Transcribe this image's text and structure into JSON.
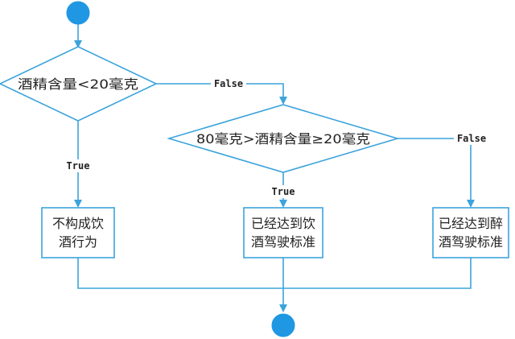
{
  "colors": {
    "line": "#3ca3dc",
    "terminal_fill": "#1f97e3",
    "node_fill": "#ffffff",
    "text": "#222222"
  },
  "nodes": {
    "start": {
      "shape": "circle"
    },
    "decision1": {
      "shape": "diamond",
      "label": "酒精含量<20毫克"
    },
    "decision2": {
      "shape": "diamond",
      "label": "80毫克>酒精含量≥20毫克"
    },
    "result_no_drink": {
      "shape": "rect",
      "lines": [
        "不构成饮",
        "酒行为"
      ]
    },
    "result_drunk_drive": {
      "shape": "rect",
      "lines": [
        "已经达到饮",
        "酒驾驶标准"
      ]
    },
    "result_drunken_drive": {
      "shape": "rect",
      "lines": [
        "已经达到醉",
        "酒驾驶标准"
      ]
    },
    "end": {
      "shape": "circle"
    }
  },
  "edges": {
    "d1_true": "True",
    "d1_false": "False",
    "d2_true": "True",
    "d2_false": "False"
  }
}
